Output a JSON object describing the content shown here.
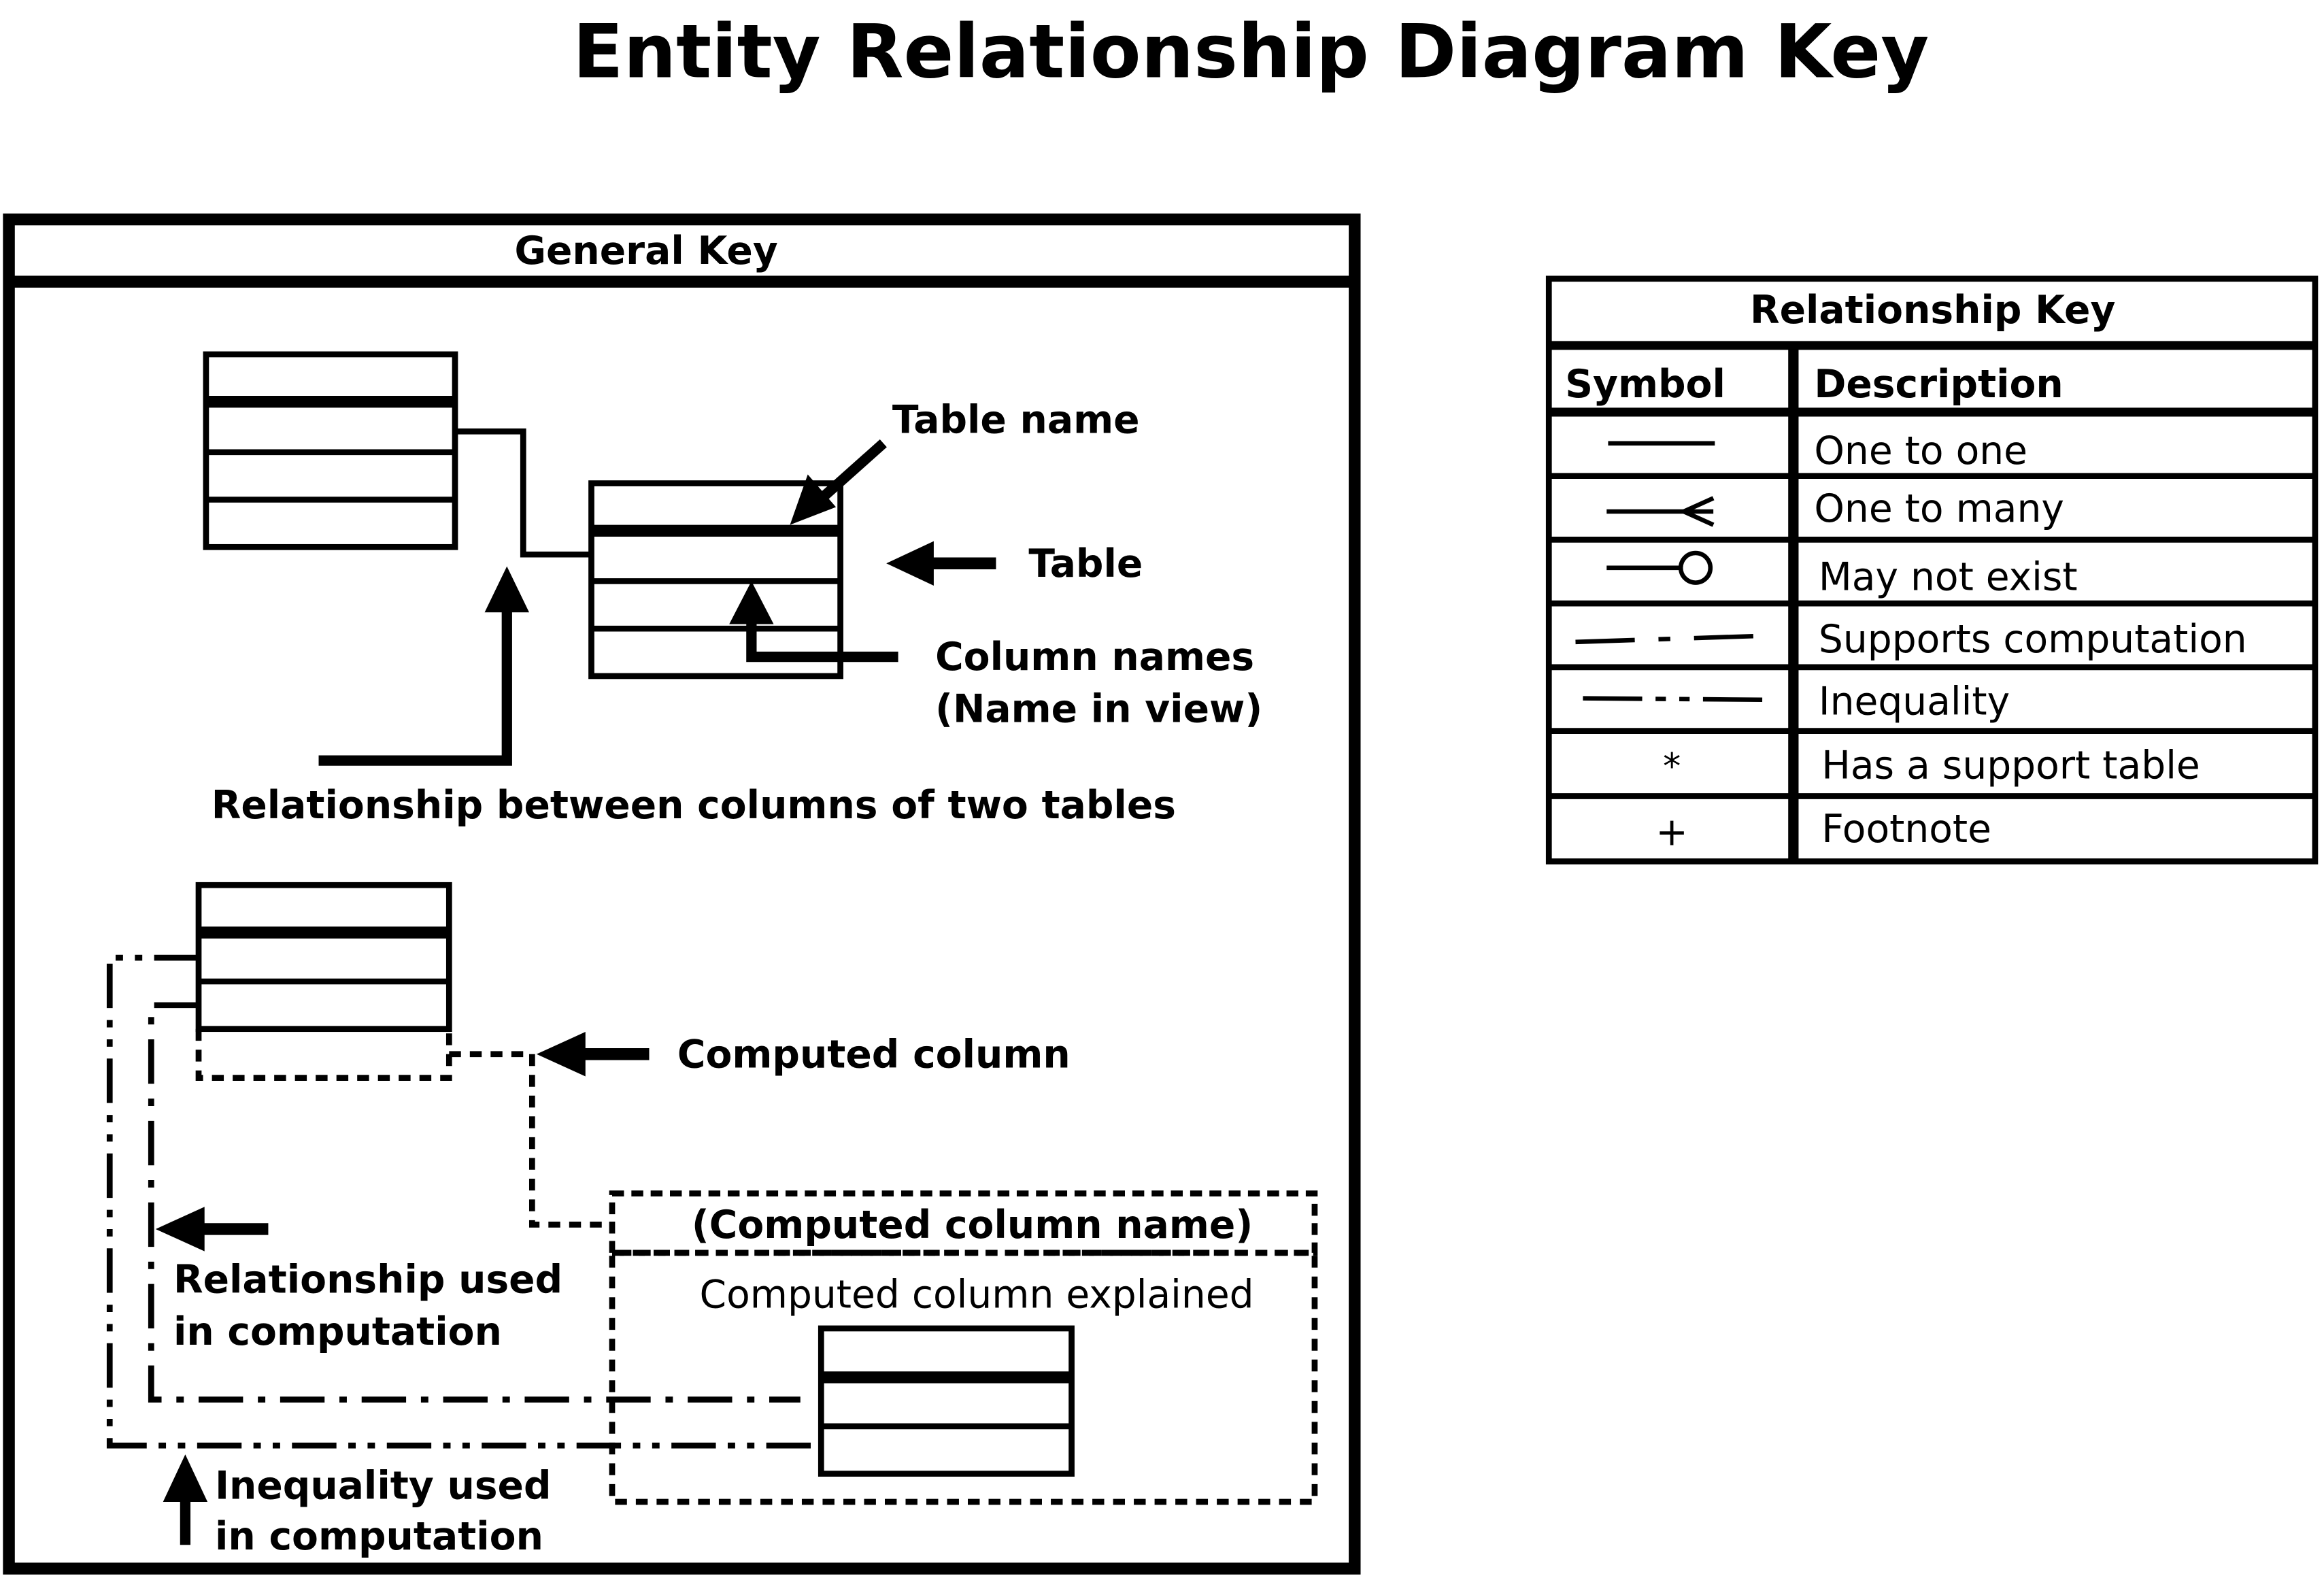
{
  "title": "Entity Relationship Diagram Key",
  "general_key": {
    "header": "General Key",
    "labels": {
      "table_name": "Table name",
      "table": "Table",
      "column_names_1": "Column names",
      "column_names_2": "(Name in view)",
      "relationship": "Relationship between columns of two tables",
      "computed_column": "Computed column",
      "computed_column_name": "(Computed column name)",
      "computed_column_explained": "Computed column explained",
      "relationship_used_1": "Relationship used",
      "relationship_used_2": "in computation",
      "inequality_used_1": "Inequality used",
      "inequality_used_2": "in computation"
    }
  },
  "relationship_key": {
    "header": "Relationship Key",
    "columns": [
      "Symbol",
      "Description"
    ],
    "rows": [
      {
        "symbol": "one-to-one-line",
        "description": "One to one"
      },
      {
        "symbol": "crows-foot-line",
        "description": "One to many"
      },
      {
        "symbol": "circle-end-line",
        "description": "May not exist"
      },
      {
        "symbol": "dash-dot-line",
        "description": "Supports computation"
      },
      {
        "symbol": "dash-dot-dot-line",
        "description": "Inequality"
      },
      {
        "symbol": "*",
        "description": "Has a support table"
      },
      {
        "symbol": "+",
        "description": "Footnote"
      }
    ]
  }
}
